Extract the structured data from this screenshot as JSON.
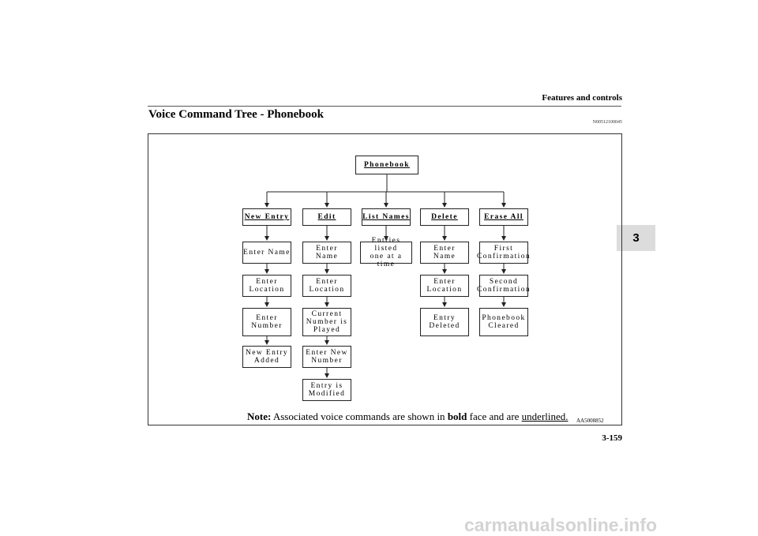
{
  "header": {
    "title": "Features and controls"
  },
  "section": {
    "title": "Voice Command Tree - Phonebook",
    "doc_id": "N00512100045"
  },
  "chapter_tab": "3",
  "tree": {
    "root": "Phonebook",
    "branches": [
      {
        "command": "New Entry",
        "steps": [
          "Enter Name",
          "Enter\nLocation",
          "Enter\nNumber",
          "New Entry\n   Added"
        ]
      },
      {
        "command": "Edit",
        "steps": [
          "Enter\n  Name",
          "Enter\nLocation",
          "Current\nNumber is\n   Played",
          "Enter New\n   Number",
          "Entry is\nModified"
        ]
      },
      {
        "command": "List Names",
        "steps": [
          "Entries listed\n  one at a time"
        ]
      },
      {
        "command": "Delete",
        "steps": [
          "Enter\nName",
          "Enter\nLocation",
          "Entry\nDeleted"
        ]
      },
      {
        "command": "Erase All",
        "steps": [
          "First\nConfirmation",
          "Second\nConfirmation",
          "Phonebook\n   Cleared"
        ]
      }
    ]
  },
  "note": {
    "label": "Note:",
    "text_before": " Associated voice commands are shown in ",
    "bold_word": "bold",
    "text_middle": " face and are ",
    "underlined_word": "underlined."
  },
  "figure_id": "AA5008852",
  "page_number": "3-159",
  "watermark": "carmanualsonline.info"
}
